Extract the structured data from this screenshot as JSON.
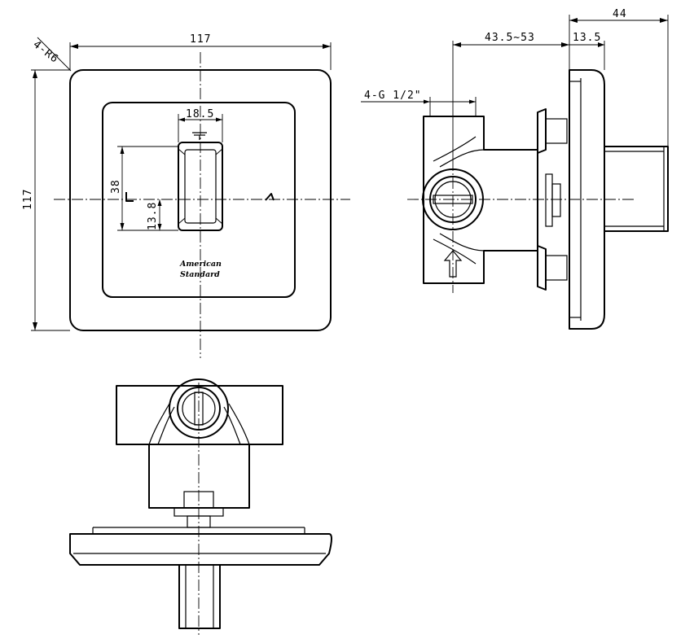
{
  "dimensions": {
    "width_117": "117",
    "height_117": "117",
    "corner_radius": "4-R6",
    "handle_width": "18.5",
    "handle_height": "38",
    "handle_offset": "13.8",
    "thread": "4-G 1/2\"",
    "depth_range": "43.5~53",
    "plate_thickness": "13.5",
    "total_depth": "44"
  },
  "logo": {
    "line1": "American",
    "line2": "Standard"
  }
}
